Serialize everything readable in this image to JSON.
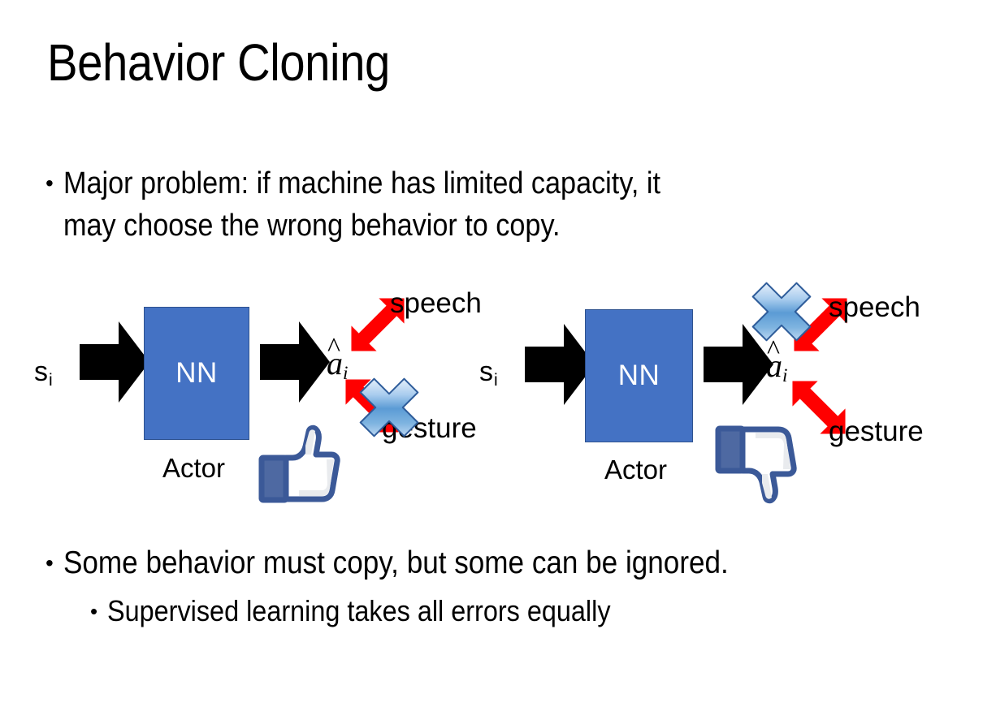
{
  "slide": {
    "title": "Behavior Cloning",
    "background_color": "#FFFFFF",
    "text_color": "#000000"
  },
  "bullets": {
    "top": {
      "marker": "•",
      "text": "Major problem: if machine has limited capacity, it\nmay choose the wrong behavior to copy."
    },
    "bottom": {
      "marker": "•",
      "text": "Some behavior must copy, but some can be ignored.",
      "sub": {
        "marker": "•",
        "text": "Supervised learning takes all errors equally"
      }
    }
  },
  "colors": {
    "nn_box_fill": "#4472C4",
    "nn_box_border": "#2E528F",
    "red_arrow": "#FF0000",
    "blue_x_light": "#D4E4F7",
    "blue_x_mid": "#6FA8DC",
    "blue_x_dark": "#2E6FB7",
    "blue_x_outline": "#2E5C9A",
    "thumb_outline": "#3B5998",
    "thumb_shade": "#E9EBEE",
    "black_arrow": "#000000"
  },
  "diagrams": [
    {
      "id": "left",
      "state_label": "s",
      "state_subscript": "i",
      "box_label": "NN",
      "box_caption": "Actor",
      "action_label": "a",
      "action_subscript": "i",
      "action_hat": "^",
      "outputs": [
        {
          "name": "speech",
          "label": "speech",
          "direction": "up-right",
          "blocked": false
        },
        {
          "name": "gesture",
          "label": "gesture",
          "direction": "down-right",
          "blocked": true
        }
      ],
      "verdict_icon": "thumbs-up",
      "blocked_output": "gesture"
    },
    {
      "id": "right",
      "state_label": "s",
      "state_subscript": "i",
      "box_label": "NN",
      "box_caption": "Actor",
      "action_label": "a",
      "action_subscript": "i",
      "action_hat": "^",
      "outputs": [
        {
          "name": "speech",
          "label": "speech",
          "direction": "up-right",
          "blocked": true
        },
        {
          "name": "gesture",
          "label": "gesture",
          "direction": "down-right",
          "blocked": false
        }
      ],
      "verdict_icon": "thumbs-down",
      "blocked_output": "speech"
    }
  ]
}
